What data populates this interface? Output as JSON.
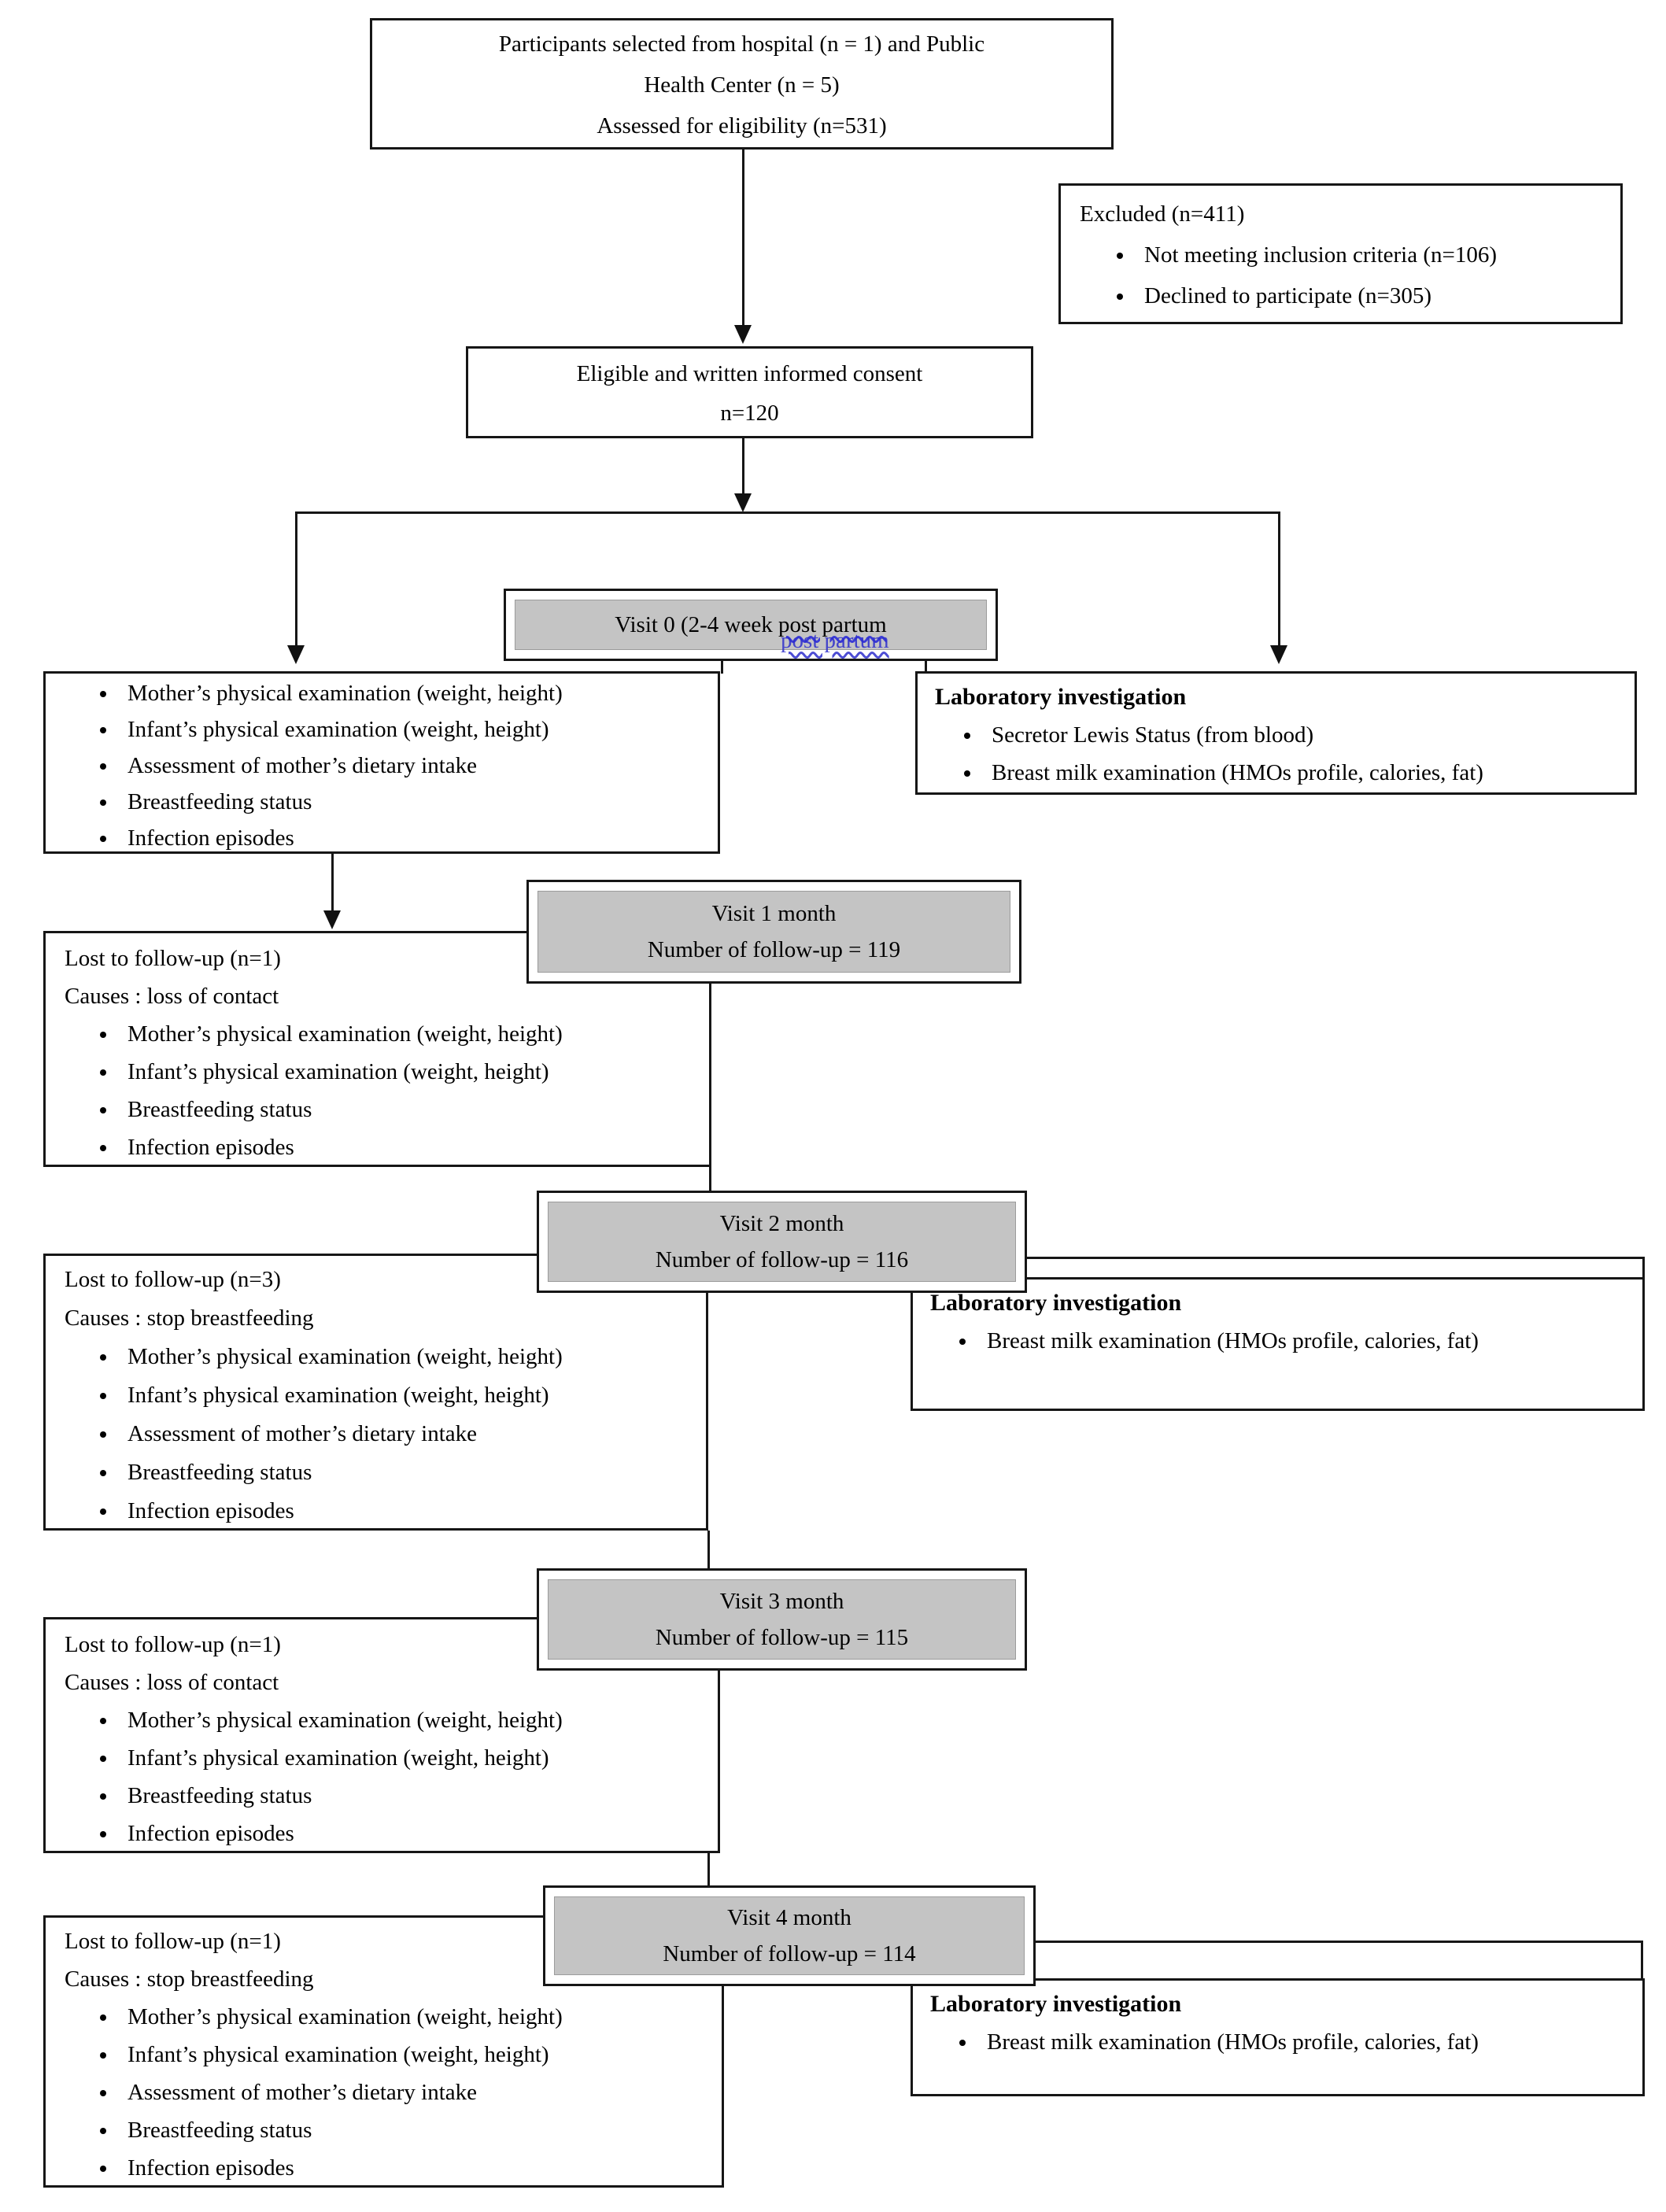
{
  "colors": {
    "border": "#161616",
    "visit_header_fill": "#c4c4c4",
    "squiggle_blue": "#2e2ecc"
  },
  "top_box": {
    "lines": [
      "Participants selected from hospital (n = 1) and Public",
      "Health Center  (n = 5)",
      "Assessed for eligibility (n=531)"
    ]
  },
  "excluded_box": {
    "title": "Excluded (n=411)",
    "bullets": [
      "Not meeting  inclusion criteria (n=106)",
      "Declined to participate (n=305)"
    ]
  },
  "eligible_box": {
    "lines": [
      "Eligible and written informed consent",
      "n=120"
    ]
  },
  "visit0": {
    "header_pre": "Visit 0 (2-4 week ",
    "header_squiggle": "post partum",
    "left": {
      "bullets": [
        "Mother’s physical examination (weight, height)",
        "Infant’s physical examination  (weight, height)",
        "Assessment of mother’s dietary intake",
        "Breastfeeding  status",
        "Infection episodes"
      ]
    },
    "lab": {
      "title": "Laboratory investigation",
      "bullets": [
        "Secretor Lewis Status (from blood)",
        "Breast milk examination (HMOs profile, calories, fat)"
      ]
    }
  },
  "visit1": {
    "header_lines": [
      "Visit 1 month",
      "Number of follow-up = 119"
    ],
    "left": {
      "line1": "Lost to follow-up (n=1)",
      "line2": "Causes : loss of contact",
      "bullets": [
        "Mother’s physical examination (weight, height)",
        "Infant’s physical examination  (weight, height)",
        "Breastfeeding  status",
        "Infection episodes"
      ]
    }
  },
  "visit2": {
    "header_lines": [
      "Visit 2 month",
      "Number of follow-up = 116"
    ],
    "left": {
      "line1": "Lost to follow-up (n=3)",
      "line2": "Causes : stop breastfeeding",
      "bullets": [
        "Mother’s physical examination (weight, height)",
        "Infant’s physical examination  (weight, height)",
        "Assessment of mother’s dietary intake",
        "Breastfeeding  status",
        "Infection episodes"
      ]
    },
    "lab": {
      "title": "Laboratory investigation",
      "bullets": [
        "Breast milk examination (HMOs profile, calories, fat)"
      ]
    }
  },
  "visit3": {
    "header_lines": [
      "Visit 3 month",
      "Number of follow-up = 115"
    ],
    "left": {
      "line1": "Lost to follow-up (n=1)",
      "line2": "Causes : loss of contact",
      "bullets": [
        "Mother’s physical examination (weight, height)",
        "Infant’s physical examination  (weight, height)",
        "Breastfeeding  status",
        "Infection episodes"
      ]
    }
  },
  "visit4": {
    "header_lines": [
      "Visit 4 month",
      "Number of follow-up = 114"
    ],
    "left": {
      "line1": "Lost to follow-up (n=1)",
      "line2": "Causes : stop breastfeeding",
      "bullets": [
        "Mother’s physical examination (weight, height)",
        "Infant’s physical examination  (weight, height)",
        "Assessment of mother’s dietary intake",
        "Breastfeeding  status",
        "Infection episodes"
      ]
    },
    "lab": {
      "title": "Laboratory investigation",
      "bullets": [
        "Breast milk examination (HMOs profile, calories, fat)"
      ]
    }
  }
}
